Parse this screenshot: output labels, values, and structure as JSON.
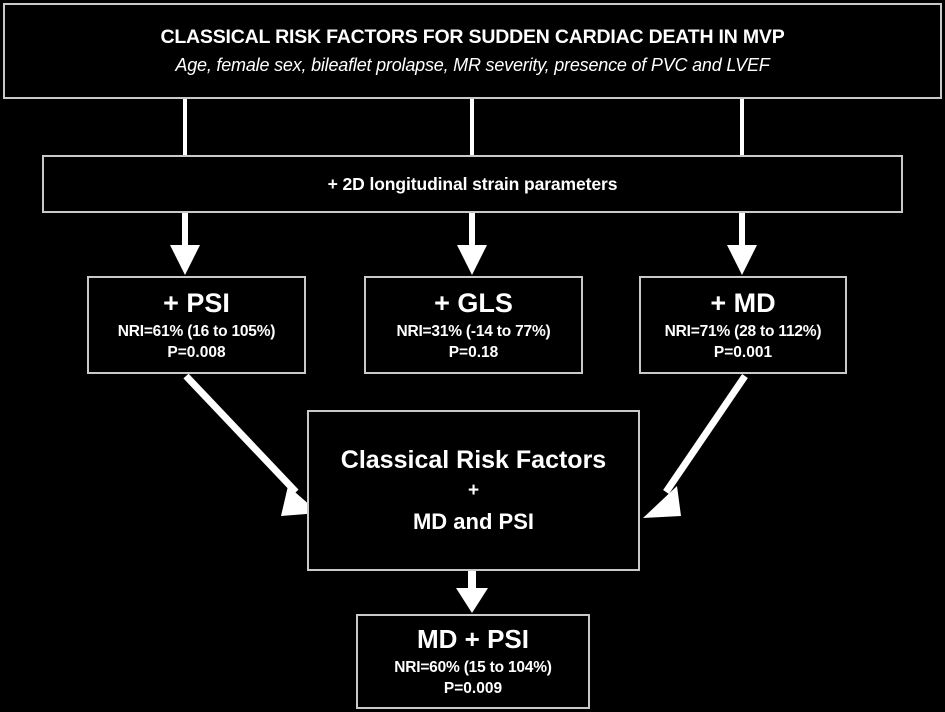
{
  "title_box": {
    "heading": "CLASSICAL RISK FACTORS FOR SUDDEN CARDIAC DEATH IN MVP",
    "subheading": "Age, female sex, bileaflet prolapse, MR severity, presence of PVC and LVEF"
  },
  "strain_box": {
    "label": "+ 2D longitudinal strain parameters"
  },
  "metrics": [
    {
      "id": "psi",
      "title": "+ PSI",
      "nri": "NRI=61% (16 to 105%)",
      "p_value": "P=0.008"
    },
    {
      "id": "gls",
      "title": "+ GLS",
      "nri": "NRI=31% (-14 to 77%)",
      "p_value": "P=0.18"
    },
    {
      "id": "md",
      "title": "+ MD",
      "nri": "NRI=71% (28 to 112%)",
      "p_value": "P=0.001"
    }
  ],
  "combined_box": {
    "line1": "Classical Risk Factors",
    "operator": "+",
    "line2": "MD and PSI"
  },
  "final_box": {
    "title": "MD + PSI",
    "nri": "NRI=60% (15 to 104%)",
    "p_value": "P=0.009"
  },
  "colors": {
    "background": "#000000",
    "border": "#c9c9c9",
    "text": "#ffffff",
    "connector": "#ffffff"
  },
  "diagram_meta": {
    "type": "flowchart",
    "direction": "top-down"
  }
}
